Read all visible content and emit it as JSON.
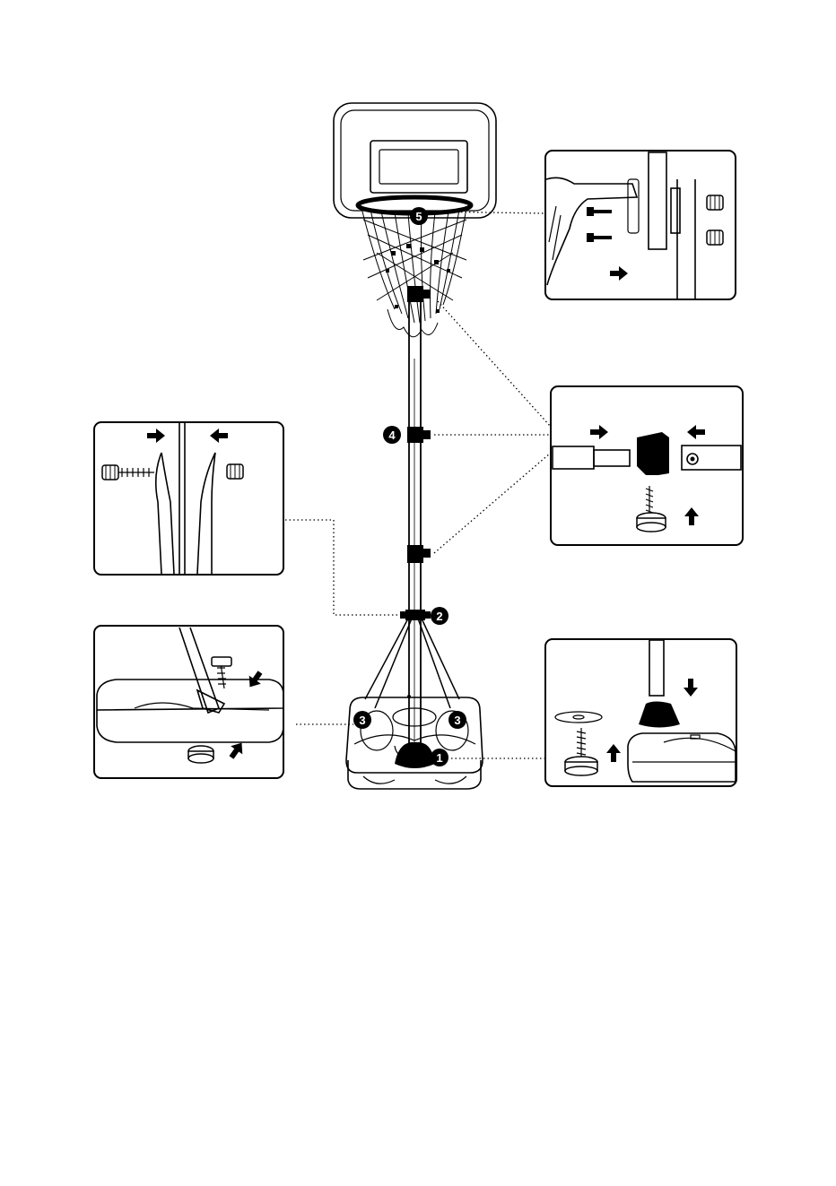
{
  "callouts": [
    {
      "id": "step-1",
      "label": "1"
    },
    {
      "id": "step-2",
      "label": "2"
    },
    {
      "id": "step-3-left",
      "label": "3"
    },
    {
      "id": "step-3-right",
      "label": "3"
    },
    {
      "id": "step-4",
      "label": "4"
    },
    {
      "id": "step-5",
      "label": "5"
    }
  ],
  "icons": {
    "arrow": "arrow-icon",
    "screw": "screw-icon",
    "knob": "knob-icon"
  },
  "colors": {
    "ink": "#000000",
    "paper": "#ffffff"
  }
}
